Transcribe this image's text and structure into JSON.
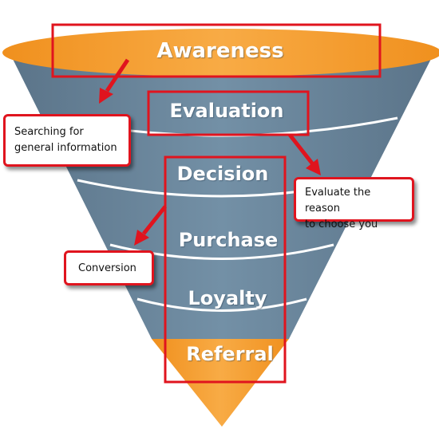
{
  "colors": {
    "orange": "#f59a2a",
    "orange_light": "#f8b251",
    "slate": "#6f8aa0",
    "slate_dark": "#5d788e",
    "separator": "#ffffff",
    "highlight": "#e0141e"
  },
  "stages": [
    {
      "id": "awareness",
      "label": "Awareness",
      "color": "orange"
    },
    {
      "id": "evaluation",
      "label": "Evaluation",
      "color": "slate"
    },
    {
      "id": "decision",
      "label": "Decision",
      "color": "slate"
    },
    {
      "id": "purchase",
      "label": "Purchase",
      "color": "slate"
    },
    {
      "id": "loyalty",
      "label": "Loyalty",
      "color": "slate"
    },
    {
      "id": "referral",
      "label": "Referral",
      "color": "orange"
    }
  ],
  "callouts": {
    "searching": {
      "line1": "Searching for",
      "line2": "general information"
    },
    "evaluate": {
      "line1": "Evaluate the reason",
      "line2": "to choose you"
    },
    "conversion": {
      "line1": "Conversion"
    }
  }
}
